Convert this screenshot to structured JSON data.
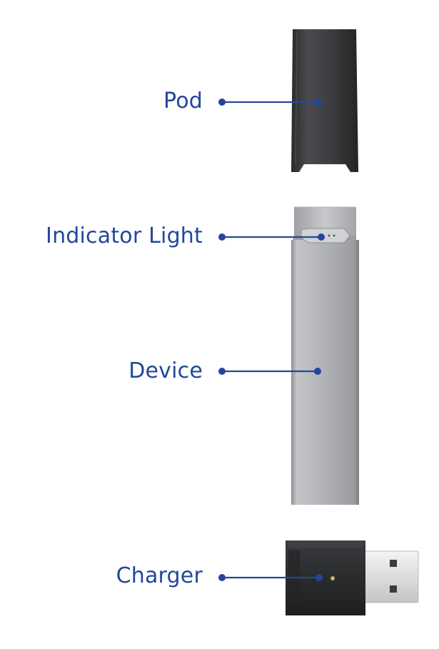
{
  "labels": {
    "pod": "Pod",
    "indicator_light": "Indicator Light",
    "device": "Device",
    "charger": "Charger"
  },
  "colors": {
    "callout": "#22479a",
    "pod_body": "#3a3b3d",
    "device_body": "#a9abaf",
    "charger_body": "#2e2f31",
    "usb_plug": "#e6e6e6"
  }
}
